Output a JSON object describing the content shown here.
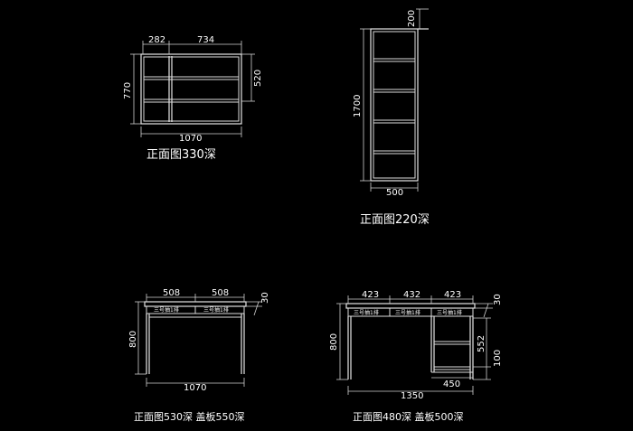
{
  "drawing_1": {
    "caption": "正面图330深",
    "dims": {
      "top_left": "282",
      "top_right": "734",
      "left": "770",
      "right": "520",
      "bottom": "1070"
    }
  },
  "drawing_2": {
    "caption": "正面图220深",
    "dims": {
      "top": "200",
      "left": "1700",
      "bottom": "500"
    }
  },
  "drawing_3": {
    "caption": "正面图530深  盖板550深",
    "dims": {
      "top_left": "508",
      "top_right": "508",
      "right": "30",
      "left": "800",
      "bottom": "1070"
    },
    "drawer_labels": [
      "三号抽1排",
      "三号抽1排"
    ]
  },
  "drawing_4": {
    "caption": "正面图480深  盖板500深",
    "dims": {
      "top_1": "423",
      "top_2": "432",
      "top_3": "423",
      "right_top": "30",
      "left": "800",
      "right_mid": "552",
      "right_low": "100",
      "inner_bottom": "450",
      "bottom": "1350"
    },
    "drawer_labels": [
      "三号抽1排",
      "三号抽1排",
      "三号抽1排"
    ]
  },
  "colors": {
    "background": "#000000",
    "lines": "#e6e6e6",
    "text": "#ffffff"
  }
}
